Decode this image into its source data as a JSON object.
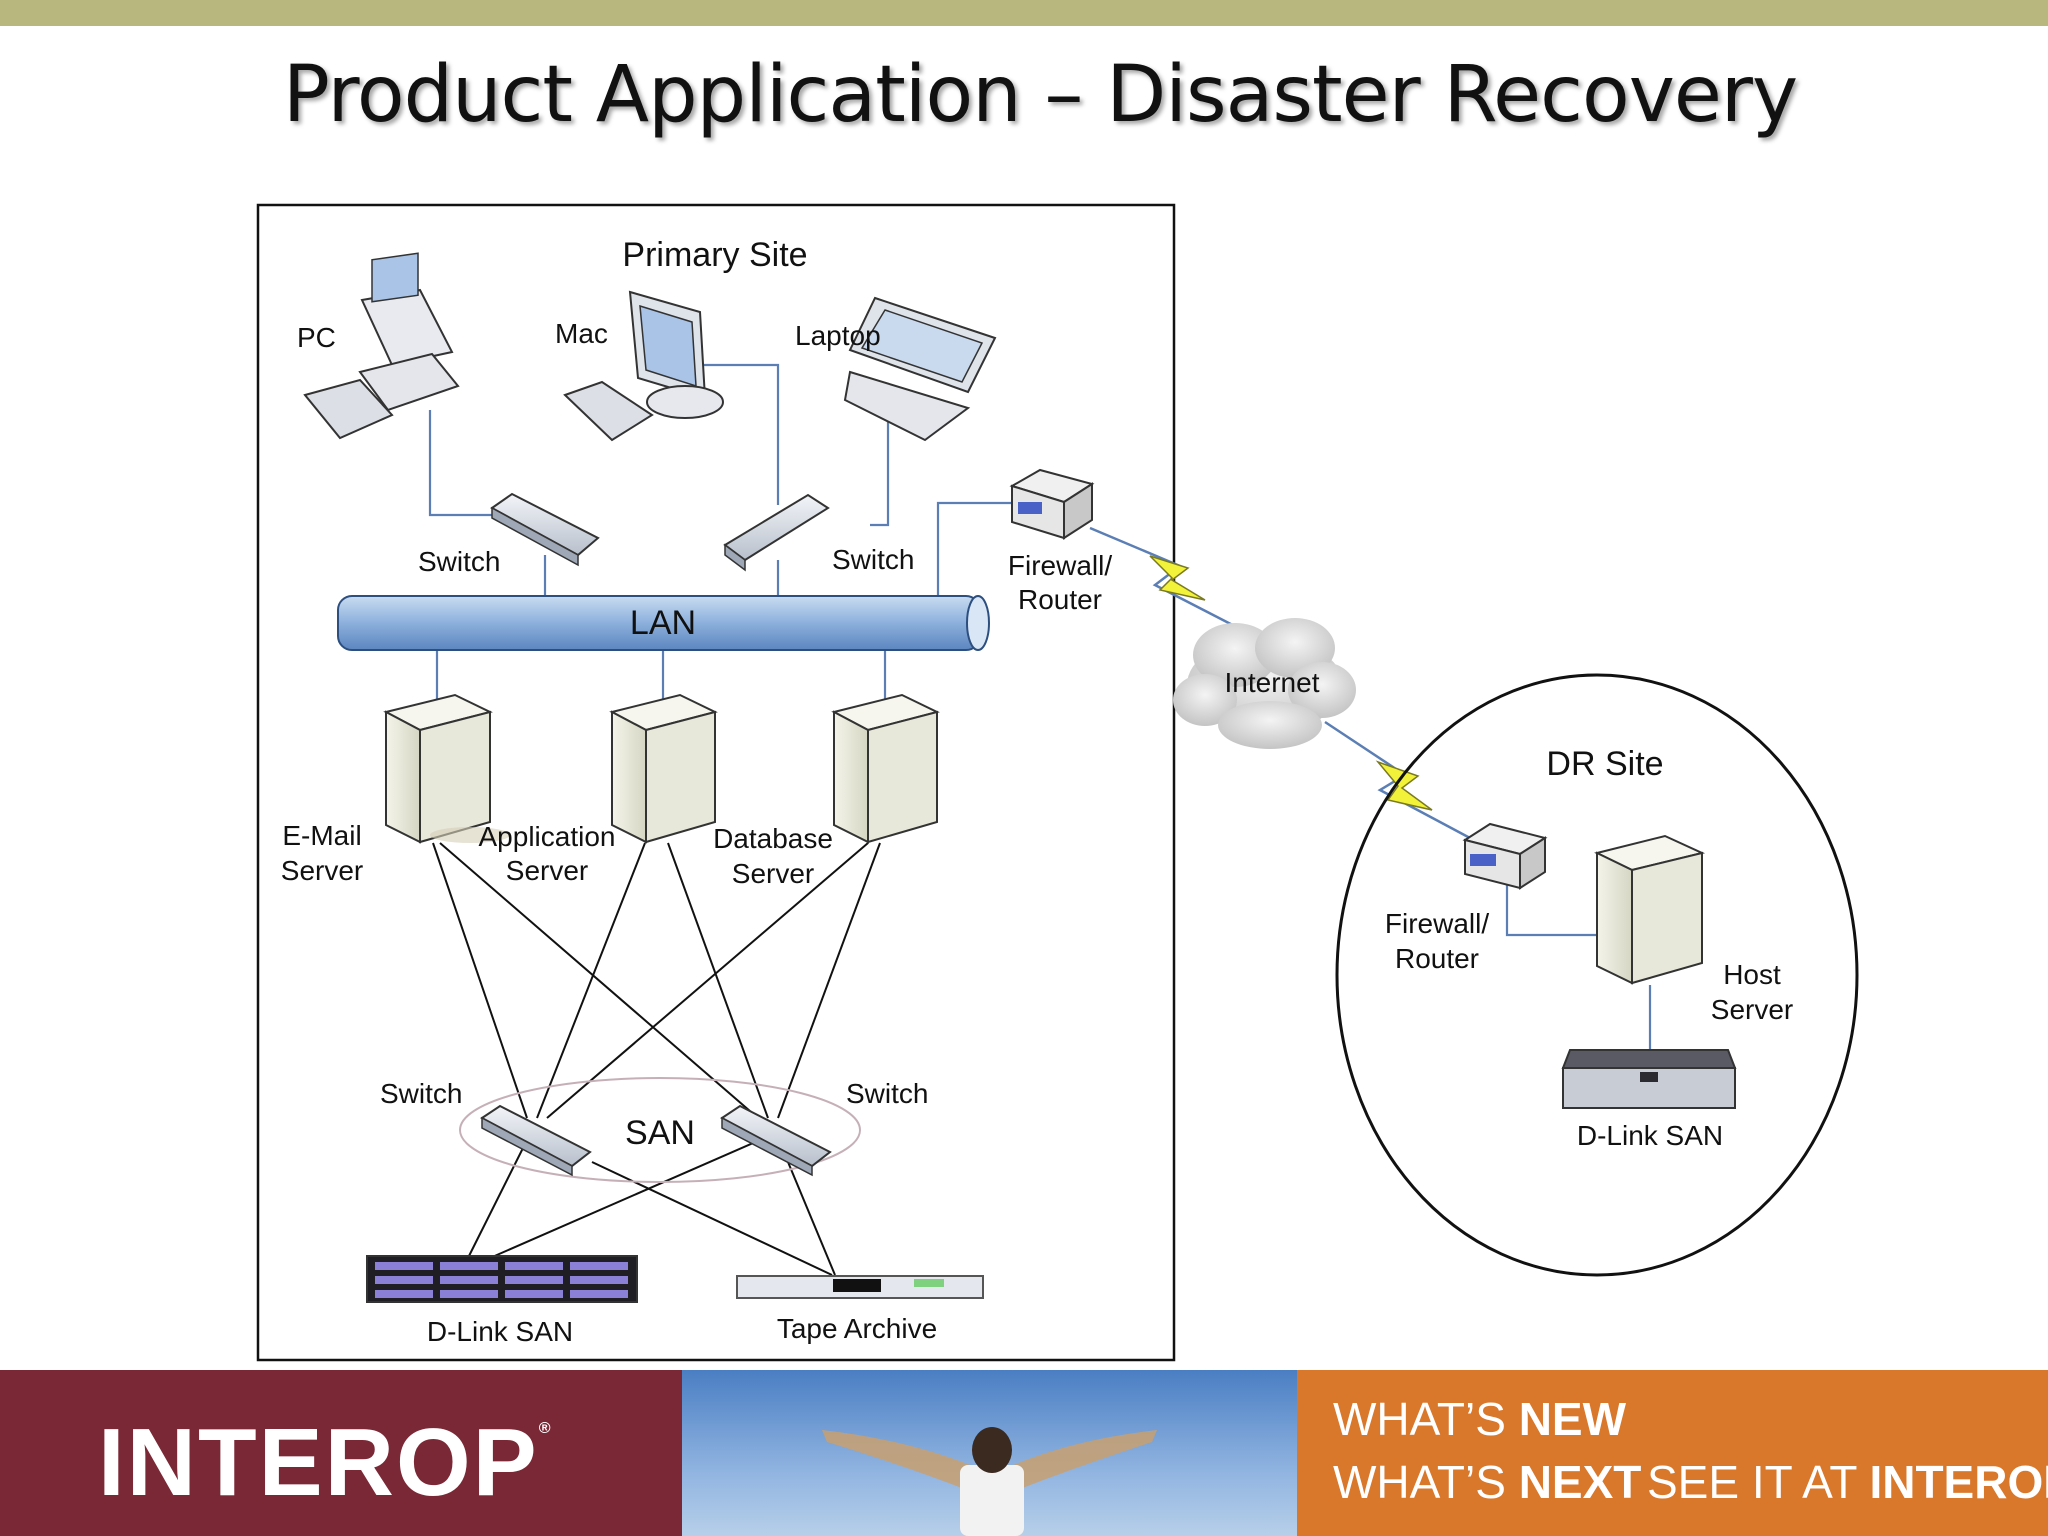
{
  "slide": {
    "title": "Product Application – Disaster Recovery"
  },
  "primary": {
    "title": "Primary Site",
    "pc": "PC",
    "mac": "Mac",
    "laptop": "Laptop",
    "switch_left": "Switch",
    "switch_right": "Switch",
    "lan": "LAN",
    "firewall_l1": "Firewall/",
    "firewall_l2": "Router",
    "email_l1": "E-Mail",
    "email_l2": "Server",
    "app_l1": "Application",
    "app_l2": "Server",
    "db_l1": "Database",
    "db_l2": "Server",
    "san_switch_left": "Switch",
    "san_switch_right": "Switch",
    "san": "SAN",
    "dlink_san": "D-Link SAN",
    "tape": "Tape Archive"
  },
  "internet": "Internet",
  "dr": {
    "title": "DR Site",
    "firewall_l1": "Firewall/",
    "firewall_l2": "Router",
    "host_l1": "Host",
    "host_l2": "Server",
    "dlink_san": "D-Link SAN"
  },
  "footer": {
    "brand": "INTEROP",
    "brand_mark": "®",
    "line1_a": "WHAT’S ",
    "line1_b": "NEW",
    "line2_a": "WHAT’S ",
    "line2_b": "NEXT",
    "line3_a": "SEE IT AT ",
    "line3_b": "INTEROP"
  },
  "colors": {
    "topbar": "#b8b77e",
    "footer_left": "#7b2836",
    "footer_right": "#d9772b",
    "lan": "#7fa6d4"
  }
}
